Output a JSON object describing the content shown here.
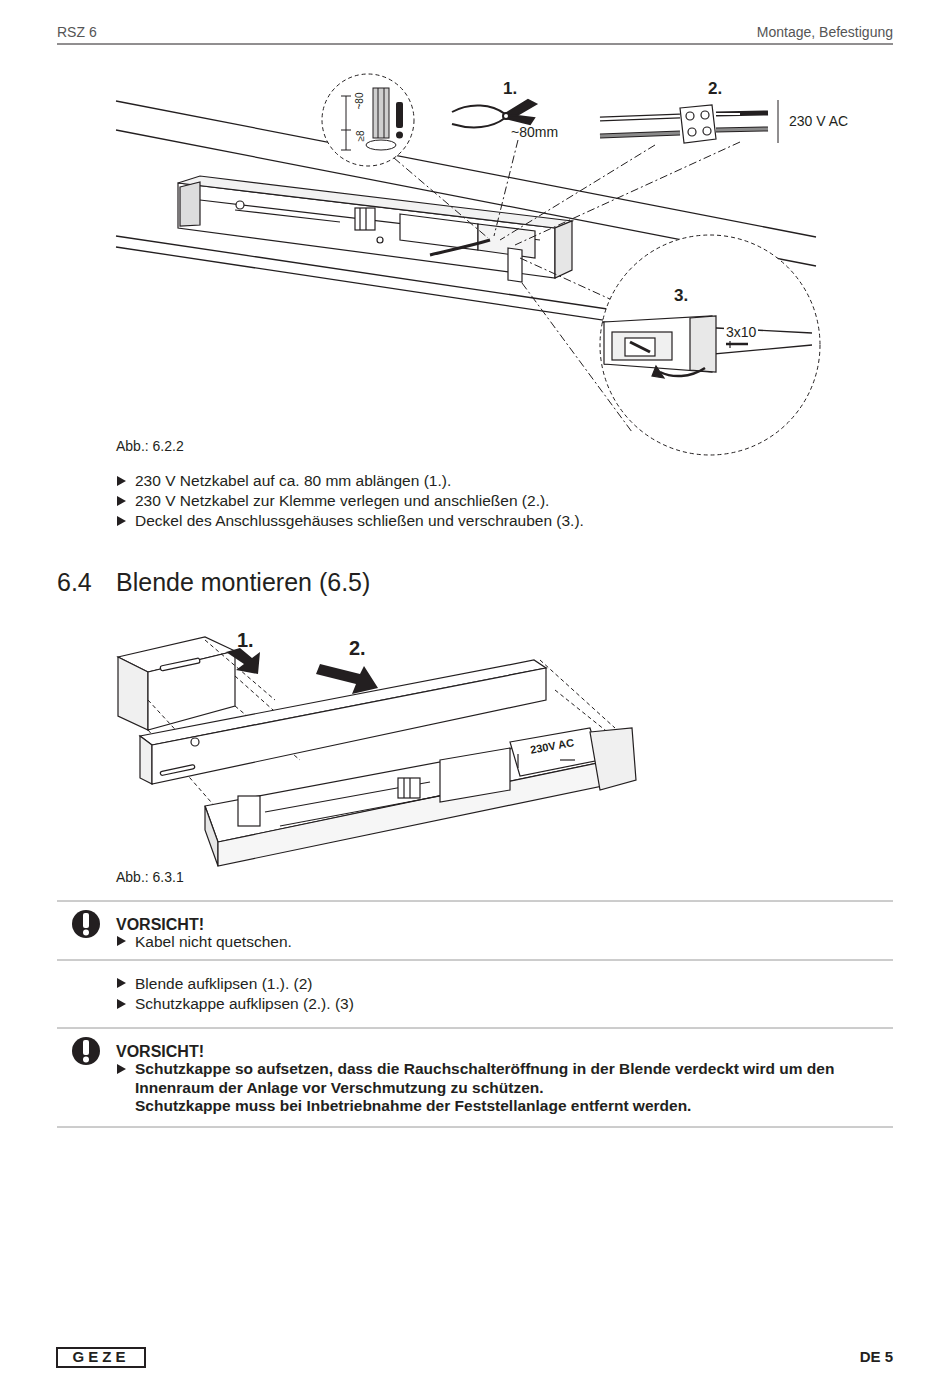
{
  "diagram": {
    "labels": [
      "RSZ 6",
      "Montage, Befestigung",
      "~80",
      "≥8",
      "1.",
      "~80mm",
      "2.",
      "230 V AC",
      "3.",
      "3x10",
      "Abb.: 6.2.2",
      "230 V Netzkabel auf ca. 80 mm ablängen (1.).",
      "230 V Netzkabel zur Klemme verlegen und anschließen (2.).",
      "Deckel des Anschlussgehäuses schließen und verschrauben (3.).",
      "6.4",
      "Blende montieren (6.5)",
      "1.",
      "2.",
      "230V AC",
      "Abb.: 6.3.1",
      "VORSICHT!",
      "Kabel nicht quetschen.",
      "Blende aufklipsen (1.). (2)",
      "Schutzkappe aufklipsen (2.). (3)",
      "VORSICHT!",
      "Schutzkappe so aufsetzen, dass die Rauchschalteröffnung in der Blende verdeckt wird um den Innenraum der Anlage vor Verschmutzung zu schützen.",
      "Schutzkappe muss bei Inbetriebnahme der Feststellanlage entfernt werden.",
      "GEZE",
      "DE 5"
    ]
  }
}
